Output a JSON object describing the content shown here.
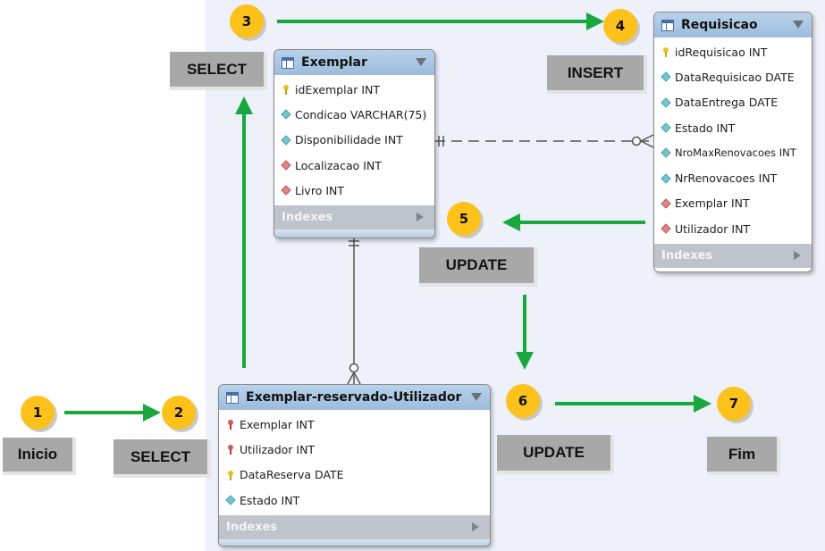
{
  "colors": {
    "canvas": "#eef0fa",
    "table_header": "#9dbcdc",
    "step_circle": "#fcc21b",
    "arrow": "#19a83e",
    "label_box": "#a8a8a8"
  },
  "tables": {
    "exemplar": {
      "title": "Exemplar",
      "columns": [
        {
          "name": "idExemplar INT",
          "icon": "primary-key-icon"
        },
        {
          "name": "Condicao VARCHAR(75)",
          "icon": "column-diamond-icon"
        },
        {
          "name": "Disponibilidade INT",
          "icon": "column-diamond-icon"
        },
        {
          "name": "Localizacao INT",
          "icon": "foreign-key-diamond-icon"
        },
        {
          "name": "Livro INT",
          "icon": "foreign-key-diamond-icon"
        }
      ],
      "indexes": "Indexes"
    },
    "requisicao": {
      "title": "Requisicao",
      "columns": [
        {
          "name": "idRequisicao INT",
          "icon": "primary-key-icon"
        },
        {
          "name": "DataRequisicao DATE",
          "icon": "column-diamond-icon"
        },
        {
          "name": "DataEntrega DATE",
          "icon": "column-diamond-icon"
        },
        {
          "name": "Estado INT",
          "icon": "column-diamond-icon"
        },
        {
          "name": "NroMaxRenovacoes INT",
          "icon": "column-diamond-icon"
        },
        {
          "name": "NrRenovacoes INT",
          "icon": "column-diamond-icon"
        },
        {
          "name": "Exemplar INT",
          "icon": "foreign-key-diamond-icon"
        },
        {
          "name": "Utilizador INT",
          "icon": "foreign-key-diamond-icon"
        }
      ],
      "indexes": "Indexes"
    },
    "reservado": {
      "title": "Exemplar-reservado-Utilizador",
      "columns": [
        {
          "name": "Exemplar INT",
          "icon": "foreign-primary-key-icon"
        },
        {
          "name": "Utilizador INT",
          "icon": "foreign-primary-key-icon"
        },
        {
          "name": "DataReserva DATE",
          "icon": "primary-key-icon"
        },
        {
          "name": "Estado INT",
          "icon": "column-diamond-icon"
        }
      ],
      "indexes": "Indexes"
    }
  },
  "steps": {
    "s1": "1",
    "s2": "2",
    "s3": "3",
    "s4": "4",
    "s5": "5",
    "s6": "6",
    "s7": "7"
  },
  "labels": {
    "inicio": "Inicio",
    "select_2": "SELECT",
    "select_3": "SELECT",
    "insert_4": "INSERT",
    "update_5": "UPDATE",
    "update_6": "UPDATE",
    "fim": "Fim"
  }
}
